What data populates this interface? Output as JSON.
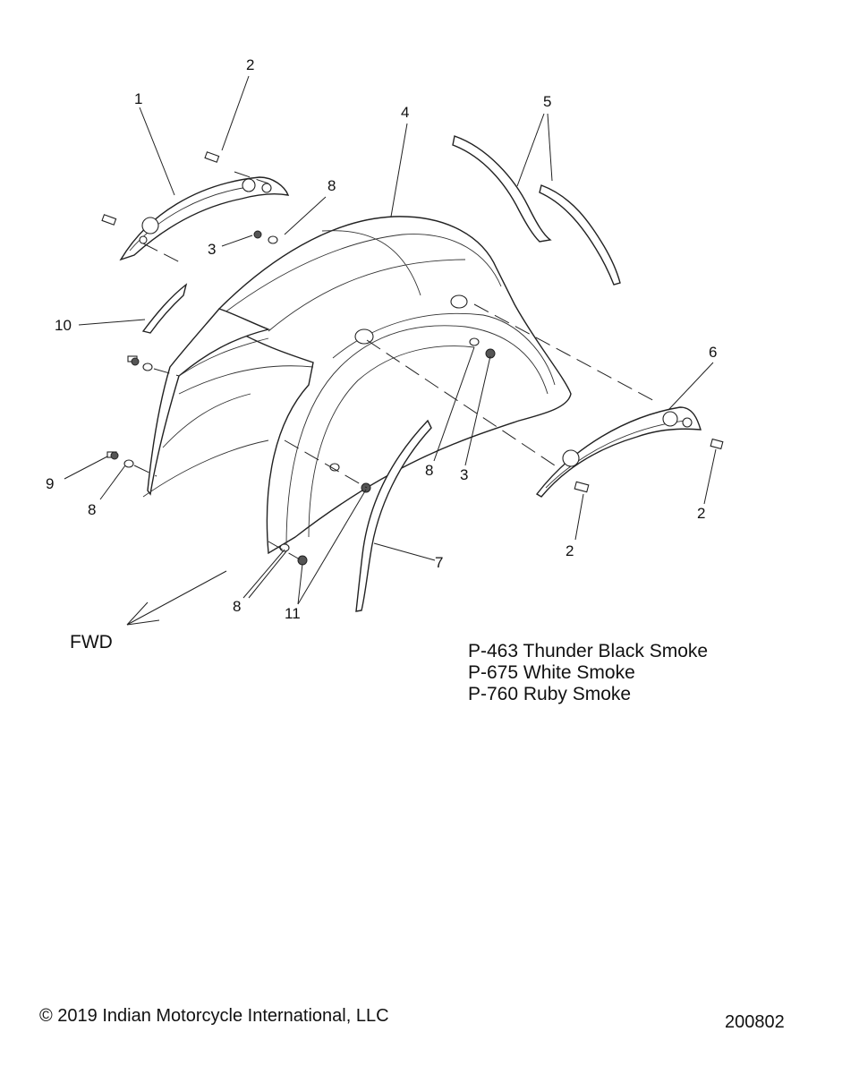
{
  "callouts": {
    "c1": "1",
    "c2a": "2",
    "c2b": "2",
    "c2c": "2",
    "c3a": "3",
    "c3b": "3",
    "c4": "4",
    "c5": "5",
    "c6": "6",
    "c7": "7",
    "c8a": "8",
    "c8b": "8",
    "c8c": "8",
    "c8d": "8",
    "c9": "9",
    "c10": "10",
    "c11": "11"
  },
  "direction_label": "FWD",
  "color_options": [
    "P-463 Thunder Black Smoke",
    "P-675 White Smoke",
    "P-760 Ruby Smoke"
  ],
  "copyright": "© 2019 Indian Motorcycle International, LLC",
  "diagram_number": "200802",
  "colors": {
    "line": "#222222",
    "background": "#ffffff"
  }
}
